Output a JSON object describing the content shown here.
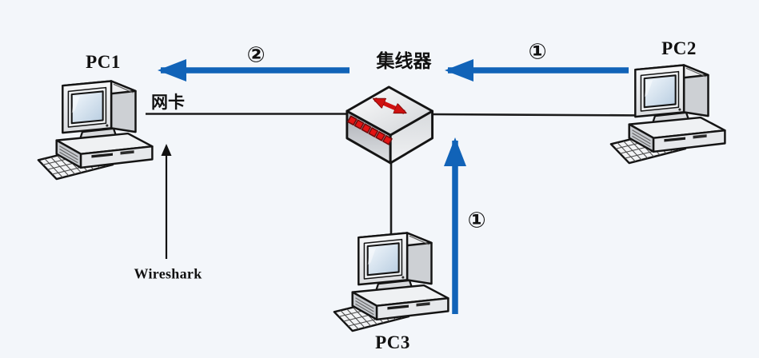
{
  "diagram": {
    "background_color": "#f3f6fa",
    "hub": {
      "label": "集线器",
      "icon": "hub-icon",
      "ports_color": "#e31313",
      "top_arrow_color": "#cf1110"
    },
    "pcs": [
      {
        "id": "pc1",
        "label": "PC1",
        "icon": "computer-icon"
      },
      {
        "id": "pc2",
        "label": "PC2",
        "icon": "computer-icon"
      },
      {
        "id": "pc3",
        "label": "PC3",
        "icon": "computer-icon"
      }
    ],
    "annotations": {
      "nic_label": "网卡",
      "wireshark_label": "Wireshark"
    },
    "flow_arrows": [
      {
        "id": "pc2-to-hub",
        "label": "①",
        "direction": "left"
      },
      {
        "id": "hub-to-pc1",
        "label": "②",
        "direction": "left"
      },
      {
        "id": "pc3-to-hub",
        "label": "①",
        "direction": "up"
      }
    ],
    "colors": {
      "flow_arrow": "#1163b8",
      "connection_line": "#1c1c1c",
      "label_text": "#111111"
    }
  }
}
